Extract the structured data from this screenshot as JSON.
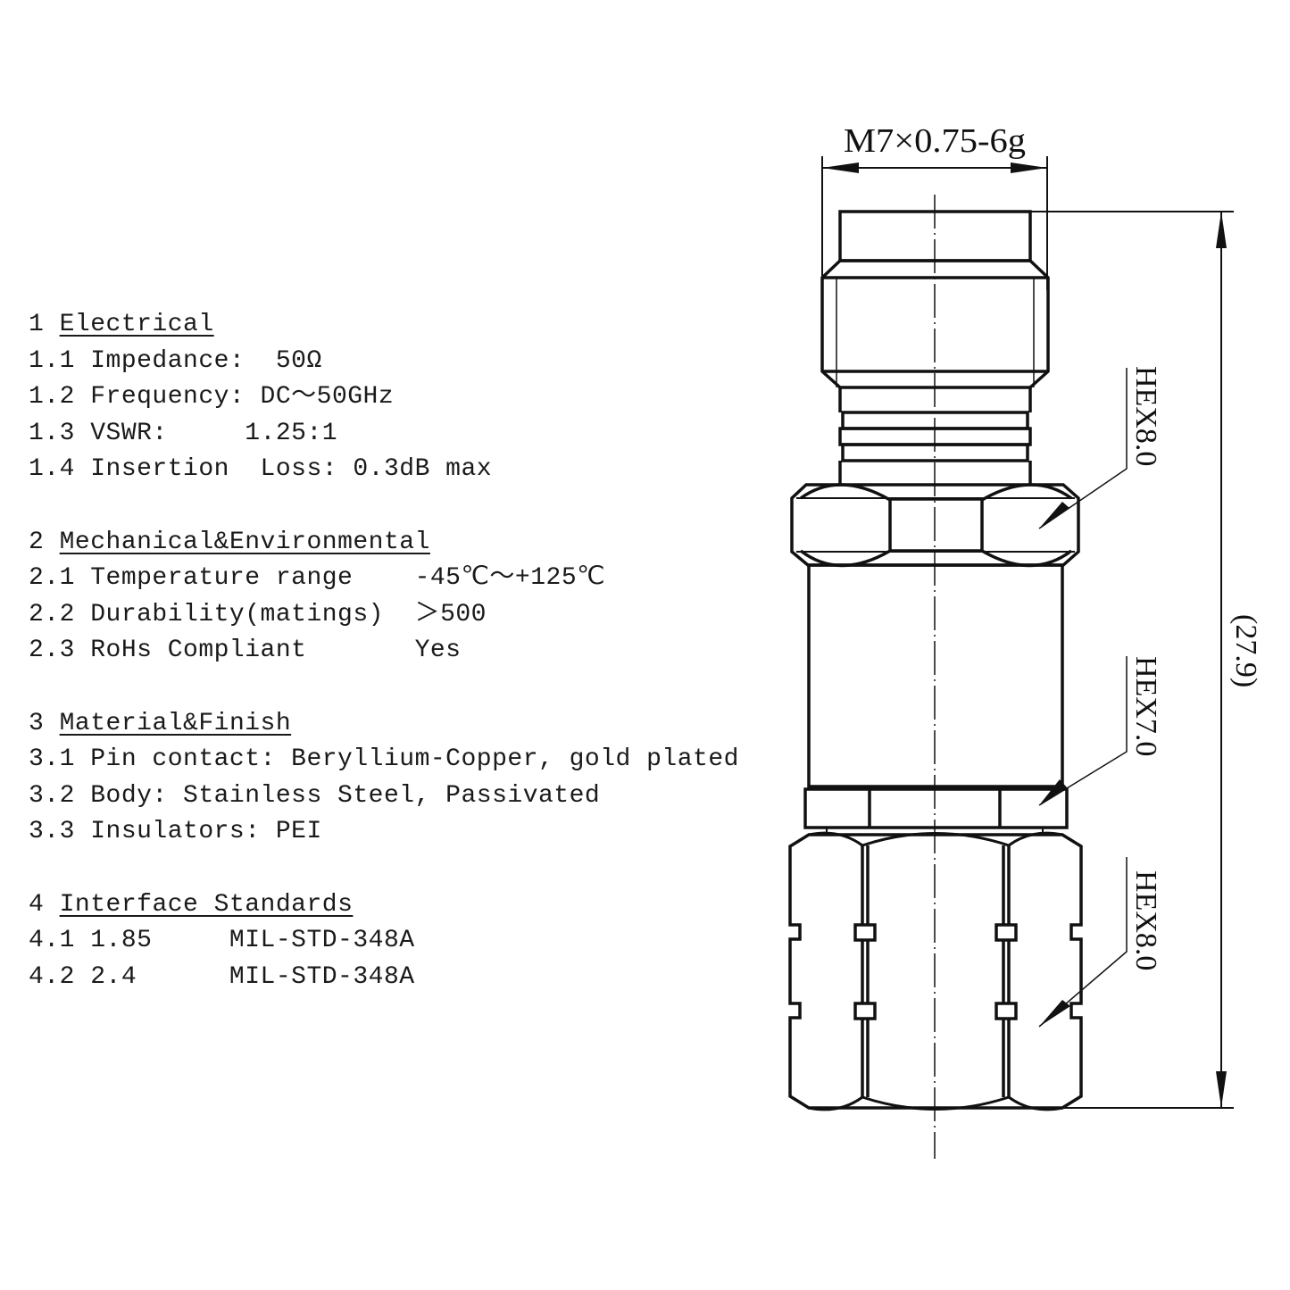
{
  "specs": {
    "sections": [
      {
        "number": "1",
        "title": "Electrical",
        "items": [
          {
            "number": "1.1",
            "label": "Impedance:",
            "value": "50Ω",
            "text": "1.1 Impedance:  50Ω"
          },
          {
            "number": "1.2",
            "label": "Frequency:",
            "value": "DC～50GHz",
            "text": "1.2 Frequency: DC～50GHz"
          },
          {
            "number": "1.3",
            "label": "VSWR:",
            "value": "1.25:1",
            "text": "1.3 VSWR:     1.25:1"
          },
          {
            "number": "1.4",
            "label": "Insertion  Loss:",
            "value": "0.3dB max",
            "text": "1.4 Insertion  Loss: 0.3dB max"
          }
        ]
      },
      {
        "number": "2",
        "title": "Mechanical&Environmental",
        "items": [
          {
            "number": "2.1",
            "label": "Temperature range",
            "value": "-45℃～+125℃",
            "text": "2.1 Temperature range    -45℃～+125℃"
          },
          {
            "number": "2.2",
            "label": "Durability(matings)",
            "value": "＞500",
            "text": "2.2 Durability(matings)  ＞500"
          },
          {
            "number": "2.3",
            "label": "RoHs Compliant",
            "value": "Yes",
            "text": "2.3 RoHs Compliant       Yes"
          }
        ]
      },
      {
        "number": "3",
        "title": "Material&Finish",
        "items": [
          {
            "number": "3.1",
            "label": "Pin contact:",
            "value": "Beryllium-Copper, gold plated",
            "text": "3.1 Pin contact: Beryllium-Copper, gold plated"
          },
          {
            "number": "3.2",
            "label": "Body:",
            "value": "Stainless Steel, Passivated",
            "text": "3.2 Body: Stainless Steel, Passivated"
          },
          {
            "number": "3.3",
            "label": "Insulators:",
            "value": "PEI",
            "text": "3.3 Insulators: PEI"
          }
        ]
      },
      {
        "number": "4",
        "title": "Interface Standards",
        "items": [
          {
            "number": "4.1",
            "label": "1.85",
            "value": "MIL-STD-348A",
            "text": "4.1 1.85     MIL-STD-348A"
          },
          {
            "number": "4.2",
            "label": "2.4",
            "value": "MIL-STD-348A",
            "text": "4.2 2.4      MIL-STD-348A"
          }
        ]
      }
    ]
  },
  "drawing": {
    "thread_dimension": "M7×0.75-6g",
    "overall_length": "(27.9)",
    "callouts": {
      "hex_top": "HEX8.0",
      "hex_middle": "HEX7.0",
      "hex_bottom": "HEX8.0"
    },
    "line_color": "#111111"
  }
}
